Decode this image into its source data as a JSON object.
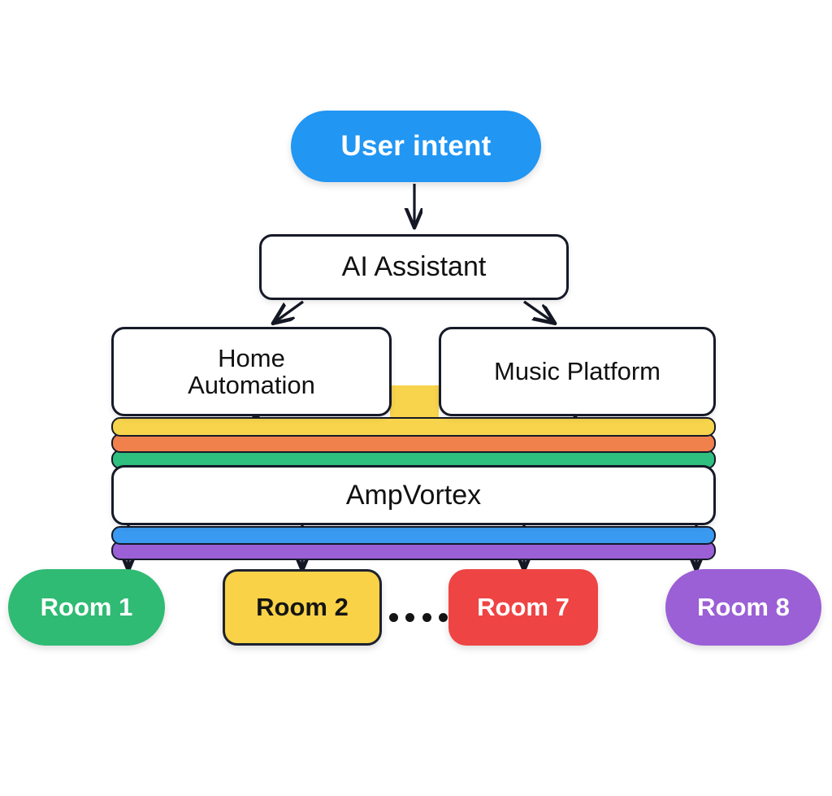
{
  "diagram": {
    "title": "AI assistant multi-room audio routing architecture",
    "background": "#FFFFFF",
    "nodes": {
      "user_intent": {
        "label": "User intent",
        "color": "#2196F3",
        "text_color": "#FFFFFF"
      },
      "ai_assistant": {
        "label": "AI Assistant",
        "color": "#FFFFFF",
        "text_color": "#111111"
      },
      "home_automation": {
        "label": "Home\nAutomation",
        "color": "#FFFFFF",
        "text_color": "#111111"
      },
      "music_platform": {
        "label": "Music Platform",
        "color": "#FFFFFF",
        "text_color": "#111111"
      },
      "ampvortex": {
        "label": "AmpVortex",
        "color": "#FFFFFF",
        "text_color": "#111111"
      }
    },
    "stripes_upper": [
      {
        "name": "yellow-bus",
        "color": "#F7D44C"
      },
      {
        "name": "orange-bus",
        "color": "#F1814C"
      },
      {
        "name": "green-bus",
        "color": "#2FC07F"
      }
    ],
    "stripes_lower": [
      {
        "name": "blue-bus",
        "color": "#3A99F0"
      },
      {
        "name": "purple-bus",
        "color": "#9B5FD6"
      }
    ],
    "rooms": [
      {
        "label": "Room 1",
        "color": "#2FBB73",
        "text_color": "#FFFFFF"
      },
      {
        "label": "Room 2",
        "color": "#F9D247",
        "text_color": "#151515"
      },
      {
        "label": "Room 7",
        "color": "#EF4444",
        "text_color": "#FFFFFF"
      },
      {
        "label": "Room 8",
        "color": "#9B5FD6",
        "text_color": "#FFFFFF"
      }
    ],
    "ellipsis": {
      "dot_count": 4,
      "color": "#141414"
    },
    "connectors": [
      {
        "name": "intent-to-assistant",
        "type": "arrow-down"
      },
      {
        "name": "assistant-to-home-automation",
        "type": "arrow-diagonal-left"
      },
      {
        "name": "assistant-to-music-platform",
        "type": "arrow-diagonal-right"
      },
      {
        "name": "home-automation-to-ampvortex",
        "type": "arrow-bidirectional"
      },
      {
        "name": "ampvortex-to-music-platform",
        "type": "arrow-up"
      },
      {
        "name": "ampvortex-to-room-1",
        "type": "arrow-down"
      },
      {
        "name": "ampvortex-to-room-2",
        "type": "arrow-down"
      },
      {
        "name": "ampvortex-to-room-7",
        "type": "arrow-down"
      },
      {
        "name": "ampvortex-to-room-8",
        "type": "arrow-down"
      }
    ]
  }
}
